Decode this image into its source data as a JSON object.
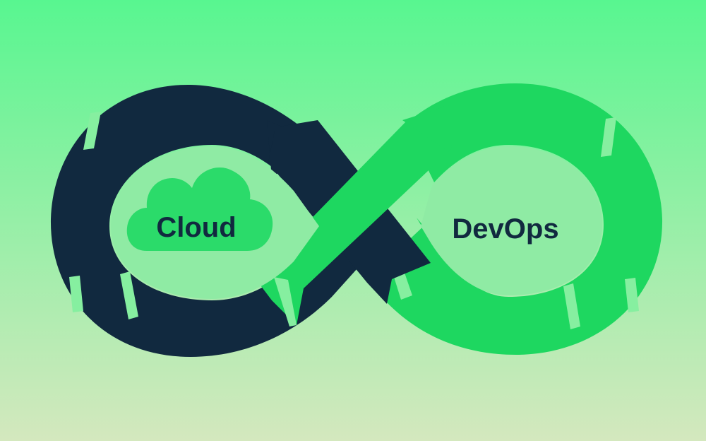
{
  "diagram": {
    "left_label": "Cloud",
    "right_label": "DevOps"
  },
  "colors": {
    "background_top": "#58F690",
    "background_bottom": "#D4E8BE",
    "navy": "#11293F",
    "green": "#1ED760",
    "inner_fill": "#8FEBA4",
    "cloud_fill": "#2BDB6A"
  },
  "icons": {
    "left_loop": "navy-cycle-arrows",
    "right_loop": "green-cycle-arrows",
    "center": "infinity-crossover",
    "cloud": "cloud-icon"
  }
}
